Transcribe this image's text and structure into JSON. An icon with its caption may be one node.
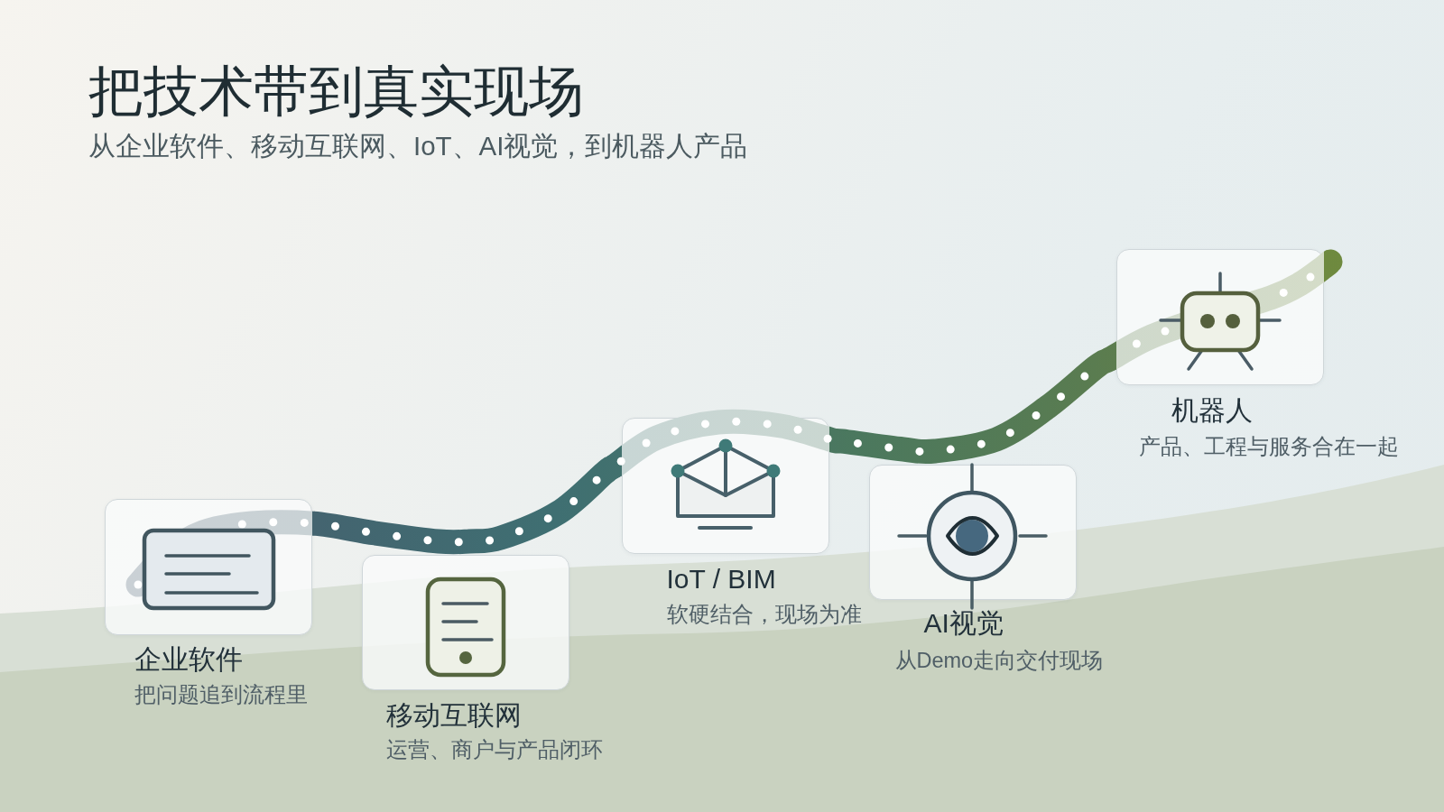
{
  "diagram": {
    "title": "把技术带到真实现场",
    "nodes": [
      {
        "text": [
          "企业软件",
          "把问题追到流程里"
        ]
      },
      {
        "text": [
          "移动互联网",
          "运营、商户与产品闭环"
        ]
      },
      {
        "text": [
          "IoT / BIM",
          "软硬结合，现场为准"
        ]
      },
      {
        "text": [
          "AI视觉",
          "从Demo走向交付现场"
        ]
      },
      {
        "text": [
          "机器人",
          "产品、工程与服务合在一起"
        ]
      }
    ],
    "edges": [
      {
        "from": 0,
        "to": 2,
        "arrow": "none"
      },
      {
        "from": 2,
        "to": 4,
        "arrow": "none"
      }
    ],
    "labels": [
      "从企业软件、移动互联网、IoT、AI视觉，到机器人产品"
    ]
  }
}
